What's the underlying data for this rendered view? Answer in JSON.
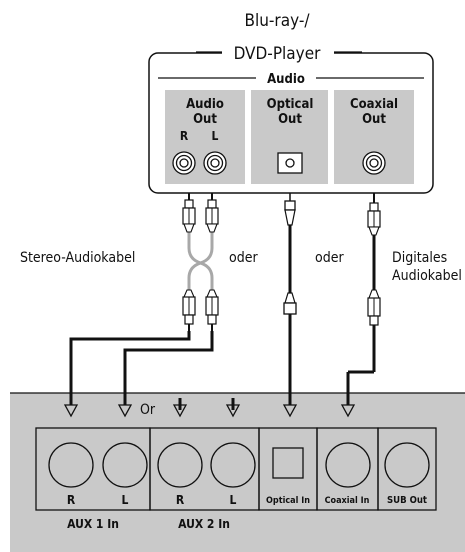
{
  "player": {
    "title_line1": "Blu-ray-/",
    "title_line2": "DVD-Player",
    "audio_group": "Audio",
    "audio_out_line1": "Audio",
    "audio_out_line2": "Out",
    "channel_r": "R",
    "channel_l": "L",
    "optical_out_line1": "Optical",
    "optical_out_line2": "Out",
    "coaxial_out_line1": "Coaxial",
    "coaxial_out_line2": "Out"
  },
  "cables": {
    "stereo": "Stereo-Audiokabel",
    "or_1": "oder",
    "or_2": "oder",
    "digital_line1": "Digitales",
    "digital_line2": "Audiokabel"
  },
  "receiver": {
    "or_label": "Or",
    "aux1_r": "R",
    "aux1_l": "L",
    "aux2_r": "R",
    "aux2_l": "L",
    "optical_in": "Optical In",
    "coaxial_in": "Coaxial In",
    "sub_out": "SUB Out",
    "aux1_label": "AUX 1 In",
    "aux2_label": "AUX 2 In"
  },
  "colors": {
    "panel": "#c9c9c9",
    "stereo_cable": "#a8a8a8",
    "line": "#111111"
  }
}
